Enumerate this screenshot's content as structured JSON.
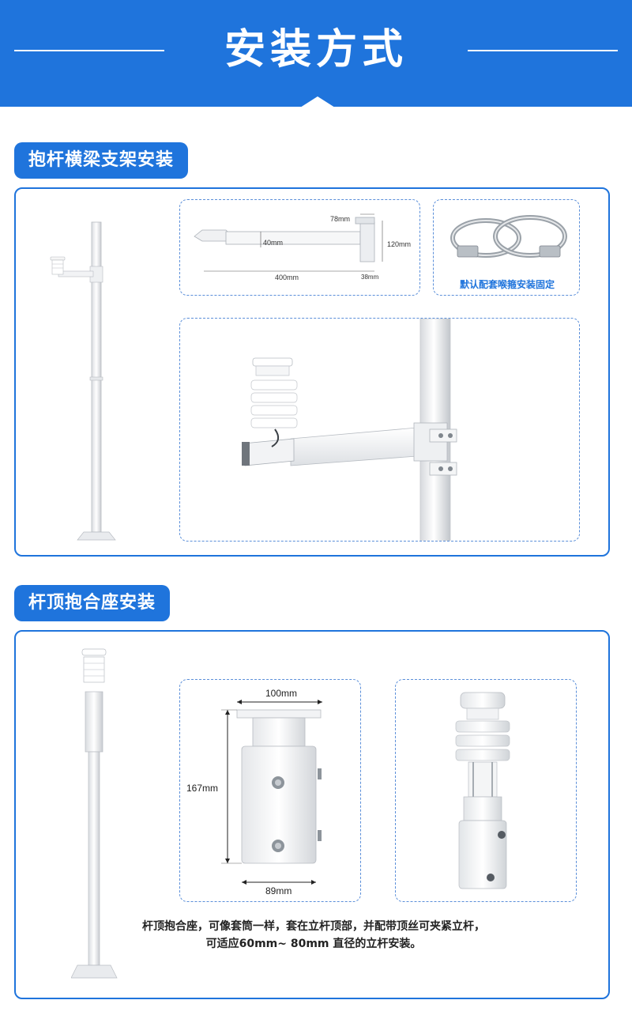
{
  "header": {
    "title": "安装方式"
  },
  "section1": {
    "title": "抱杆横梁支架安装",
    "bracket_dims": {
      "top": "78mm",
      "height": "40mm",
      "side": "120mm",
      "length": "400mm",
      "end": "38mm"
    },
    "clamp_caption": "默认配套喉箍安装固定"
  },
  "section2": {
    "title": "杆顶抱合座安装",
    "seat_dims": {
      "top_width": "100mm",
      "height": "167mm",
      "bottom_width": "89mm"
    },
    "caption_line1": "杆顶抱合座，可像套筒一样，套在立杆顶部，并配带顶丝可夹紧立杆，",
    "caption_line2": "可适应60mm~ 80mm 直径的立杆安装。"
  },
  "colors": {
    "brand": "#1f74dc",
    "dash": "#5b8fd9"
  }
}
